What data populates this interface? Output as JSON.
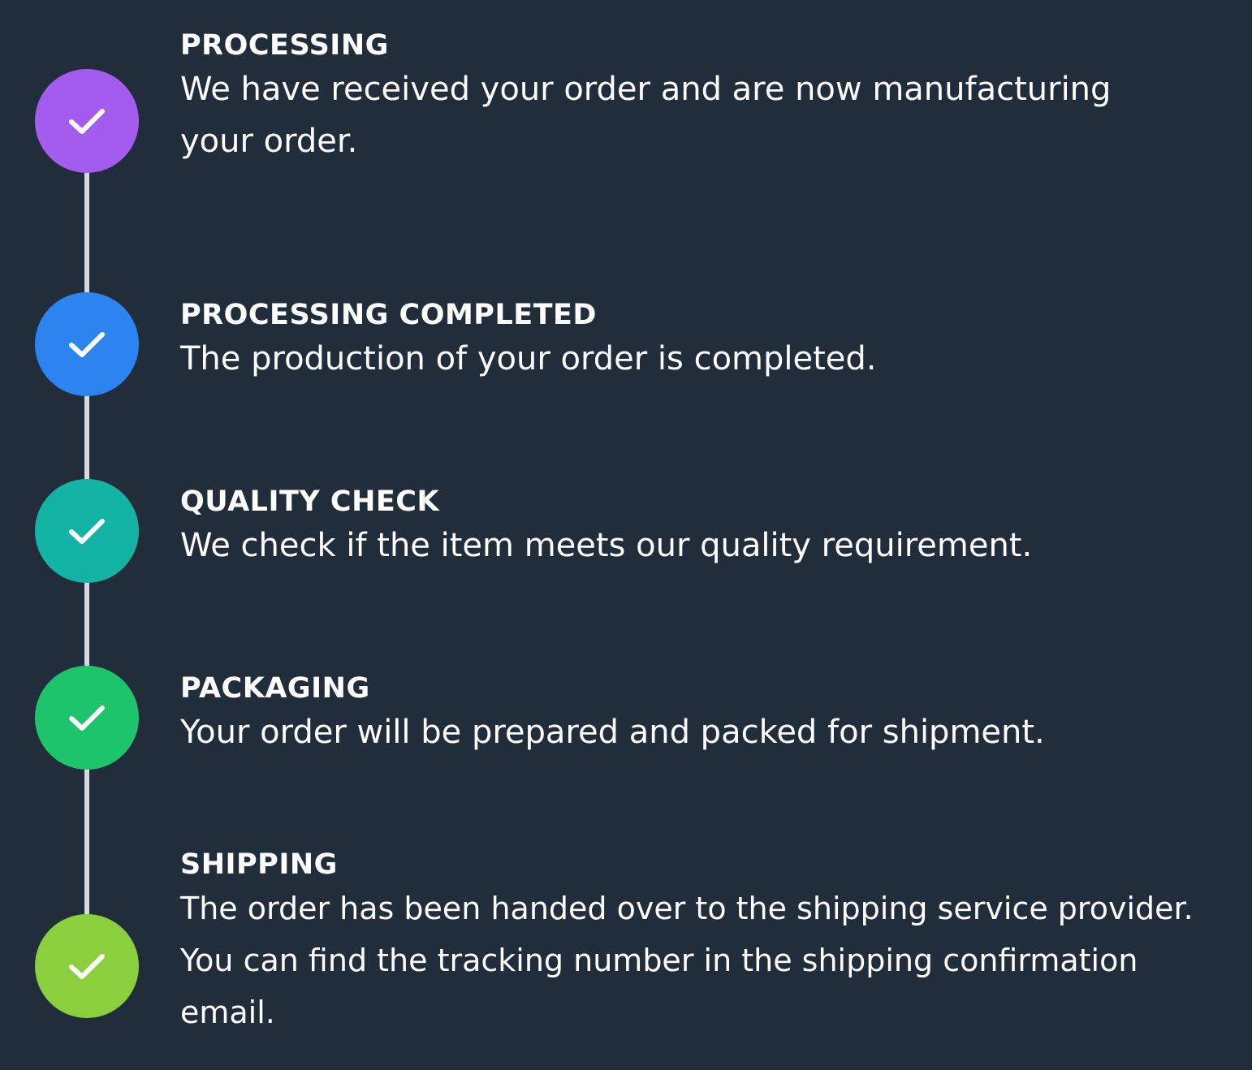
{
  "steps": [
    {
      "title": "PROCESSING",
      "description": "We have received your order and are now manufacturing your order.",
      "color": "#a45cef",
      "icon": "check-icon",
      "status": "completed"
    },
    {
      "title": "PROCESSING COMPLETED",
      "description": "The production of your order is completed.",
      "color": "#2c84f0",
      "icon": "check-icon",
      "status": "completed"
    },
    {
      "title": "QUALITY CHECK",
      "description": "We check if the item meets our quality requirement.",
      "color": "#13b4a4",
      "icon": "check-icon",
      "status": "completed"
    },
    {
      "title": "PACKAGING",
      "description": "Your order will be prepared and packed for shipment.",
      "color": "#1ec46b",
      "icon": "check-icon",
      "status": "completed"
    },
    {
      "title": "SHIPPING",
      "description": "The order has been handed over to the shipping service provider. You can find the tracking number in the shipping confirmation email.",
      "color": "#8ccf3c",
      "icon": "check-icon",
      "status": "completed"
    }
  ],
  "connector_color": "#d6d9dd"
}
